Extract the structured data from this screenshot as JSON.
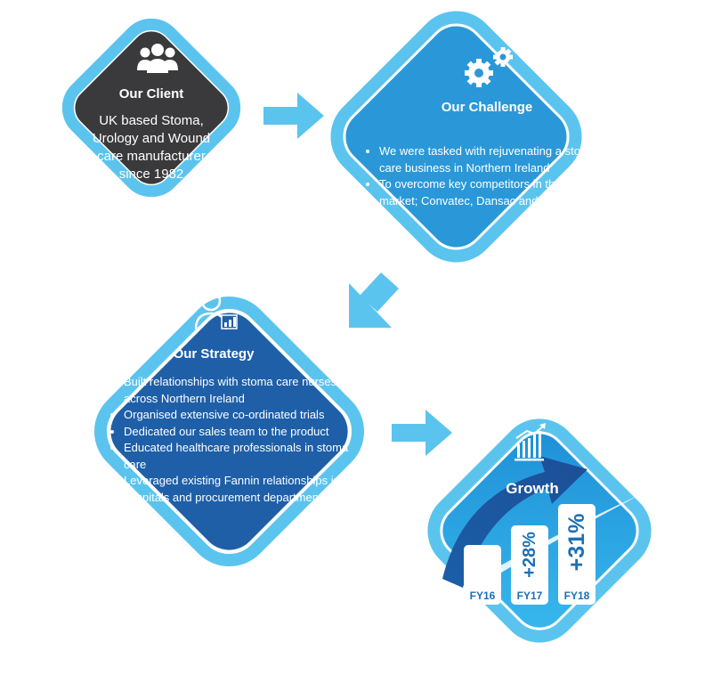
{
  "client": {
    "title": "Our Client",
    "lines": [
      "UK based Stoma,",
      "Urology and Wound",
      "care manufacturer",
      "since 1982"
    ]
  },
  "challenge": {
    "title": "Our Challenge",
    "bullets": [
      "We were tasked with rejuvenating a stoma care business in Northern Ireland",
      "To overcome key competitors in the stoma market; Convatec, Dansac and Coloplast"
    ]
  },
  "strategy": {
    "title": "Our Strategy",
    "bullets": [
      "Built relationships with stoma care nurses across Northern Ireland",
      "Organised extensive co-ordinated trials",
      "Dedicated our sales team to the product",
      "Educated healthcare professionals in stoma care",
      "Leveraged existing Fannin relationships in hospitals and procurement departments"
    ]
  },
  "growth": {
    "title": "Growth",
    "bars": [
      {
        "label": "FY16",
        "pct": ""
      },
      {
        "label": "FY17",
        "pct": "+28%"
      },
      {
        "label": "FY18",
        "pct": "+31%"
      }
    ]
  },
  "colors": {
    "client": "#3a3a3c",
    "challenge": "#2a98d8",
    "strategy": "#1e5fa8",
    "growth": "#22a3e0",
    "frame": "#5bc4ee"
  },
  "icons": [
    "people-icon",
    "gears-icon",
    "person-chart-icon",
    "bar-chart-icon"
  ]
}
